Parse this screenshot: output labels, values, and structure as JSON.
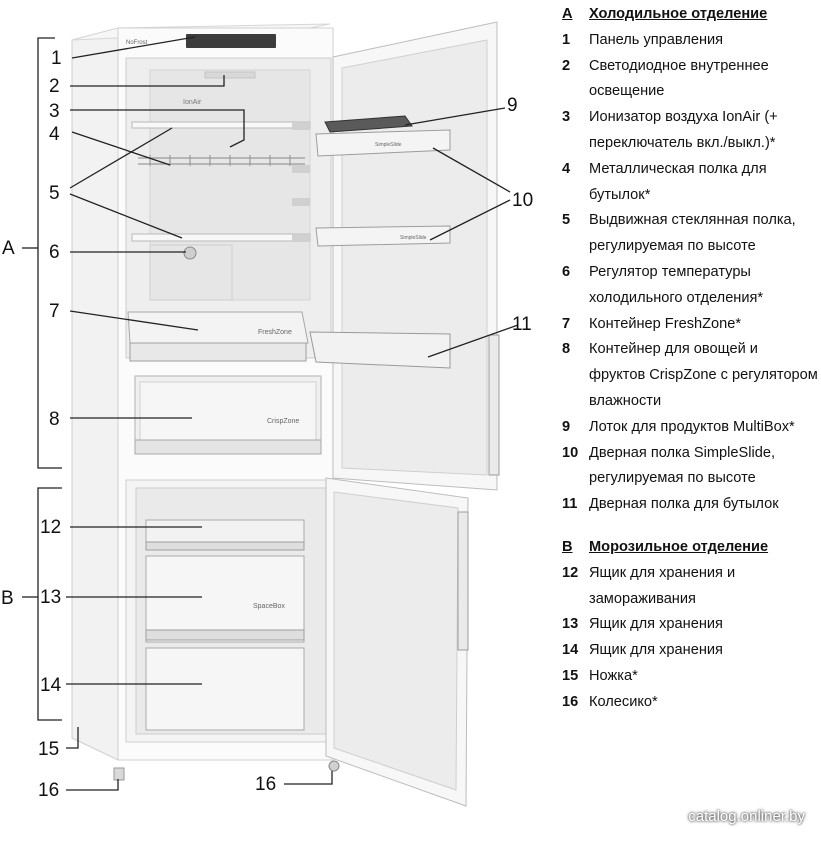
{
  "callouts": {
    "c1": "1",
    "c2": "2",
    "c3": "3",
    "c4": "4",
    "c5": "5",
    "c6": "6",
    "c7": "7",
    "c8": "8",
    "c9": "9",
    "c10": "10",
    "c11": "11",
    "c12": "12",
    "c13": "13",
    "c14": "14",
    "c15": "15",
    "c16a": "16",
    "c16b": "16",
    "A": "A",
    "B": "B"
  },
  "fridge_labels": {
    "top_brand": "NoFrost",
    "ionair": "IonAir",
    "freshzone": "FreshZone",
    "crispzone": "CrispZone",
    "spacebox": "SpaceBox",
    "simpleslide_1": "SimpleSlide",
    "simpleslide_2": "SimpleSlide"
  },
  "legend": {
    "sectionA": {
      "key": "A",
      "title": "Холодильное отделение",
      "items": [
        {
          "num": "1",
          "text": "Панель управления"
        },
        {
          "num": "2",
          "text": "Светодиодное внутреннее освещение"
        },
        {
          "num": "3",
          "text": "Ионизатор воздуха IonAir (+ переключатель вкл./выкл.)*"
        },
        {
          "num": "4",
          "text": "Металлическая полка для бутылок*"
        },
        {
          "num": "5",
          "text": "Выдвижная стеклянная полка, регулируемая по высоте"
        },
        {
          "num": "6",
          "text": "Регулятор температуры холодильного отделения*"
        },
        {
          "num": "7",
          "text": "Контейнер FreshZone*"
        },
        {
          "num": "8",
          "text": "Контейнер для овощей и фруктов CrispZone с регулятором влажности"
        },
        {
          "num": "9",
          "text": "Лоток для продуктов MultiBox*"
        },
        {
          "num": "10",
          "text": "Дверная полка SimpleSlide, регулируемая по высоте"
        },
        {
          "num": "11",
          "text": "Дверная полка для бутылок"
        }
      ]
    },
    "sectionB": {
      "key": "B",
      "title": "Морозильное отделение",
      "items": [
        {
          "num": "12",
          "text": "Ящик для хранения и замораживания"
        },
        {
          "num": "13",
          "text": "Ящик для хранения"
        },
        {
          "num": "14",
          "text": "Ящик для хранения"
        },
        {
          "num": "15",
          "text": "Ножка*"
        },
        {
          "num": "16",
          "text": "Колесико*"
        }
      ]
    }
  },
  "watermark": "catalog.onliner.by"
}
